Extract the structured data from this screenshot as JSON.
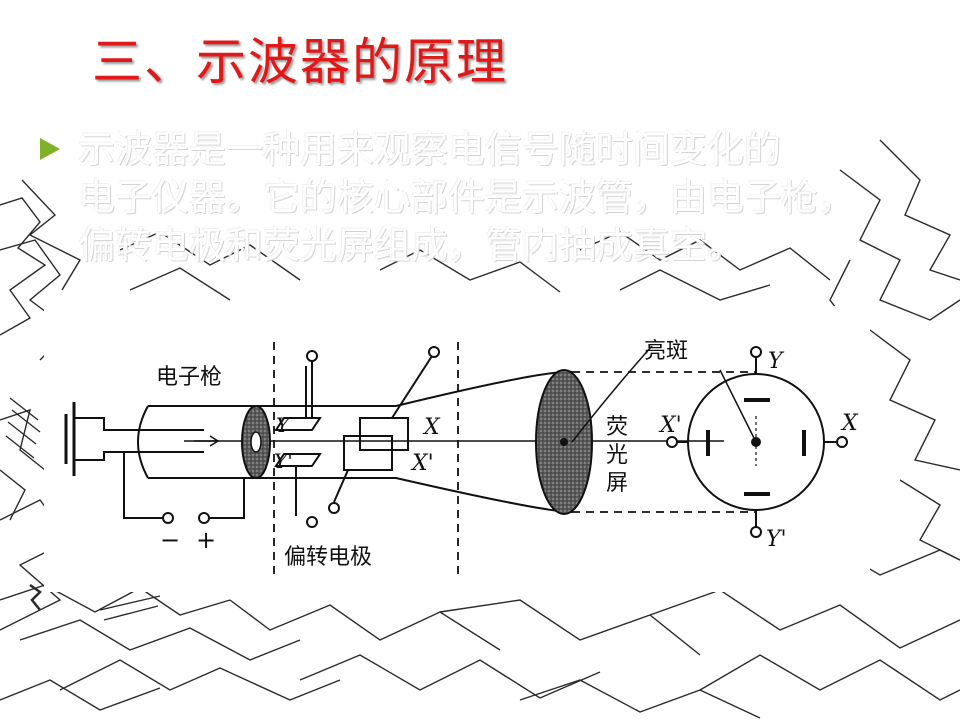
{
  "slide": {
    "title": "三、示波器的原理",
    "bullet": [
      "示波器是一种用来观察电信号随时间变化的",
      "电子仪器。它的核心部件是示波管，由电子枪，",
      "偏转电极和荧光屏组成，管内抽成真空。"
    ]
  },
  "diagram": {
    "labels": {
      "electron_gun": "电子枪",
      "deflection_electrodes": "偏转电极",
      "bright_spot": "亮斑",
      "screen_1": "荧",
      "screen_2": "光",
      "screen_3": "屏",
      "minus": "−",
      "plus": "+",
      "Y": "Y",
      "Y_prime": "Y'",
      "X": "X",
      "X_prime": "X'",
      "screen_Y": "Y",
      "screen_Y_prime": "Y'",
      "screen_X": "X",
      "screen_X_prime": "X'"
    }
  },
  "colors": {
    "title": "#e01818",
    "bullet_marker": "#7fb227",
    "background_lines": "#2a2a2a"
  }
}
